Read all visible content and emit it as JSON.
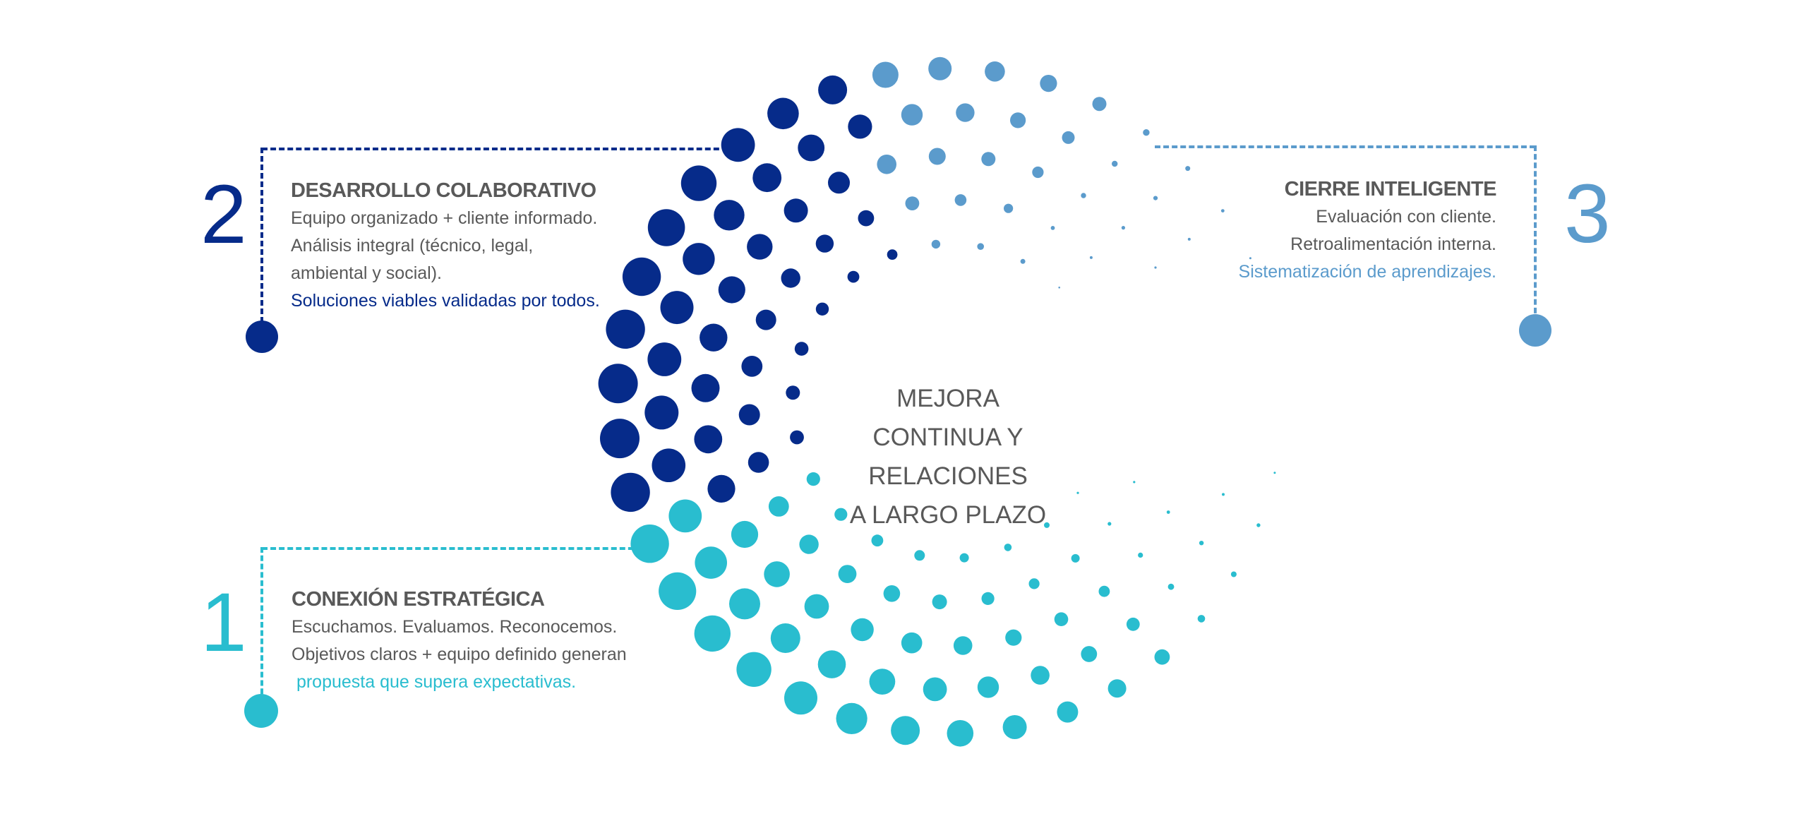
{
  "colors": {
    "navy": "#062b8a",
    "steel": "#5b9bcc",
    "cyan": "#29bdcf",
    "text": "#595959"
  },
  "center_label": [
    "MEJORA",
    "CONTINUA Y",
    "RELACIONES",
    "A LARGO PLAZO"
  ],
  "stages": [
    {
      "number": "1",
      "title": "CONEXIÓN ESTRATÉGICA",
      "lines": [
        "Escuchamos. Evaluamos. Reconocemos.",
        "Objetivos claros + equipo definido generan"
      ],
      "highlight": " propuesta que supera expectativas."
    },
    {
      "number": "2",
      "title": "DESARROLLO COLABORATIVO",
      "lines": [
        "Equipo organizado + cliente informado.",
        "Análisis integral (técnico, legal,",
        "ambiental y social)."
      ],
      "highlight": "Soluciones viables validadas por todos."
    },
    {
      "number": "3",
      "title": "CIERRE INTELIGENTE",
      "lines": [
        "Evaluación con cliente.",
        "Retroalimentación interna."
      ],
      "highlight": "Sistematización de aprendizajes."
    }
  ]
}
